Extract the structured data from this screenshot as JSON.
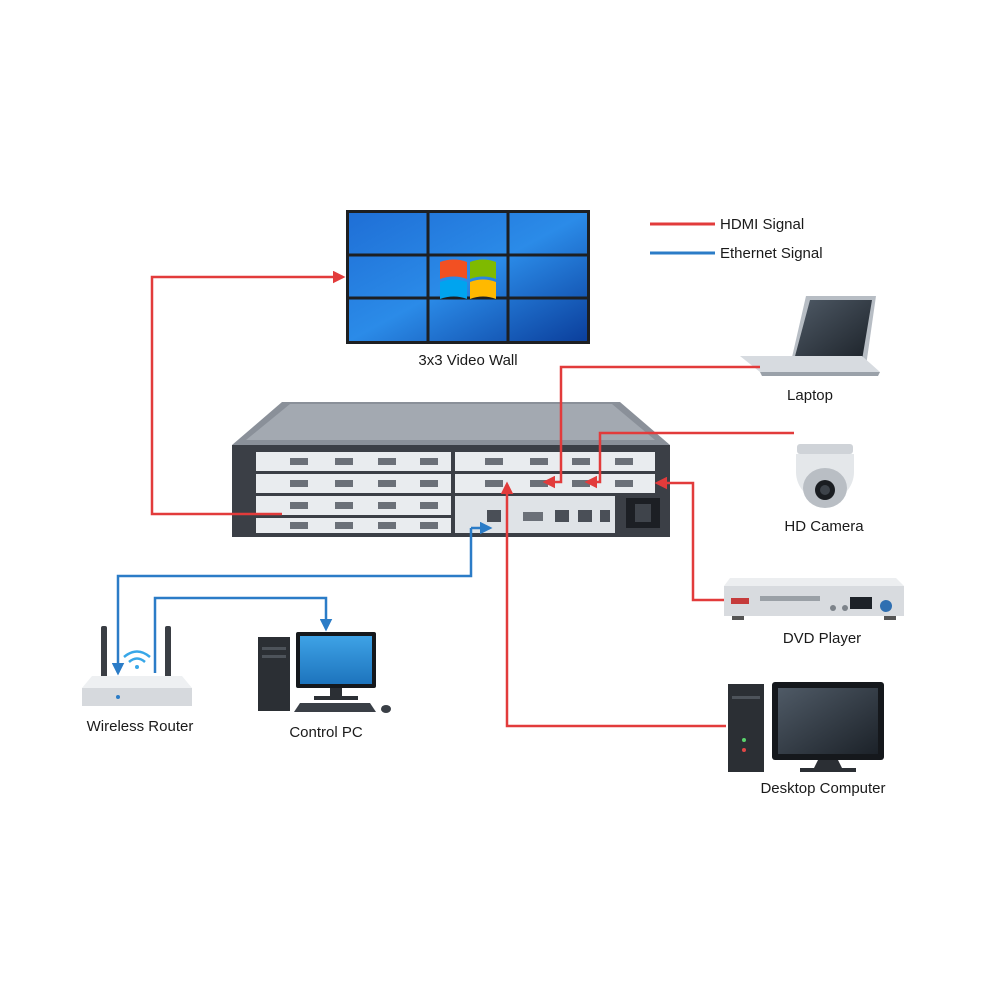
{
  "legend": {
    "items": [
      {
        "label": "HDMI Signal",
        "color": "#e23b3b"
      },
      {
        "label": "Ethernet Signal",
        "color": "#2b7cc7"
      }
    ]
  },
  "devices": {
    "video_wall": "3x3 Video Wall",
    "laptop": "Laptop",
    "hd_camera": "HD Camera",
    "dvd_player": "DVD Player",
    "desktop_computer": "Desktop Computer",
    "wireless_router": "Wireless Router",
    "control_pc": "Control PC"
  },
  "colors": {
    "hdmi": "#e23b3b",
    "ethernet": "#2b7cc7",
    "chassis": "#3b3f46",
    "panel": "#e9ecef"
  }
}
